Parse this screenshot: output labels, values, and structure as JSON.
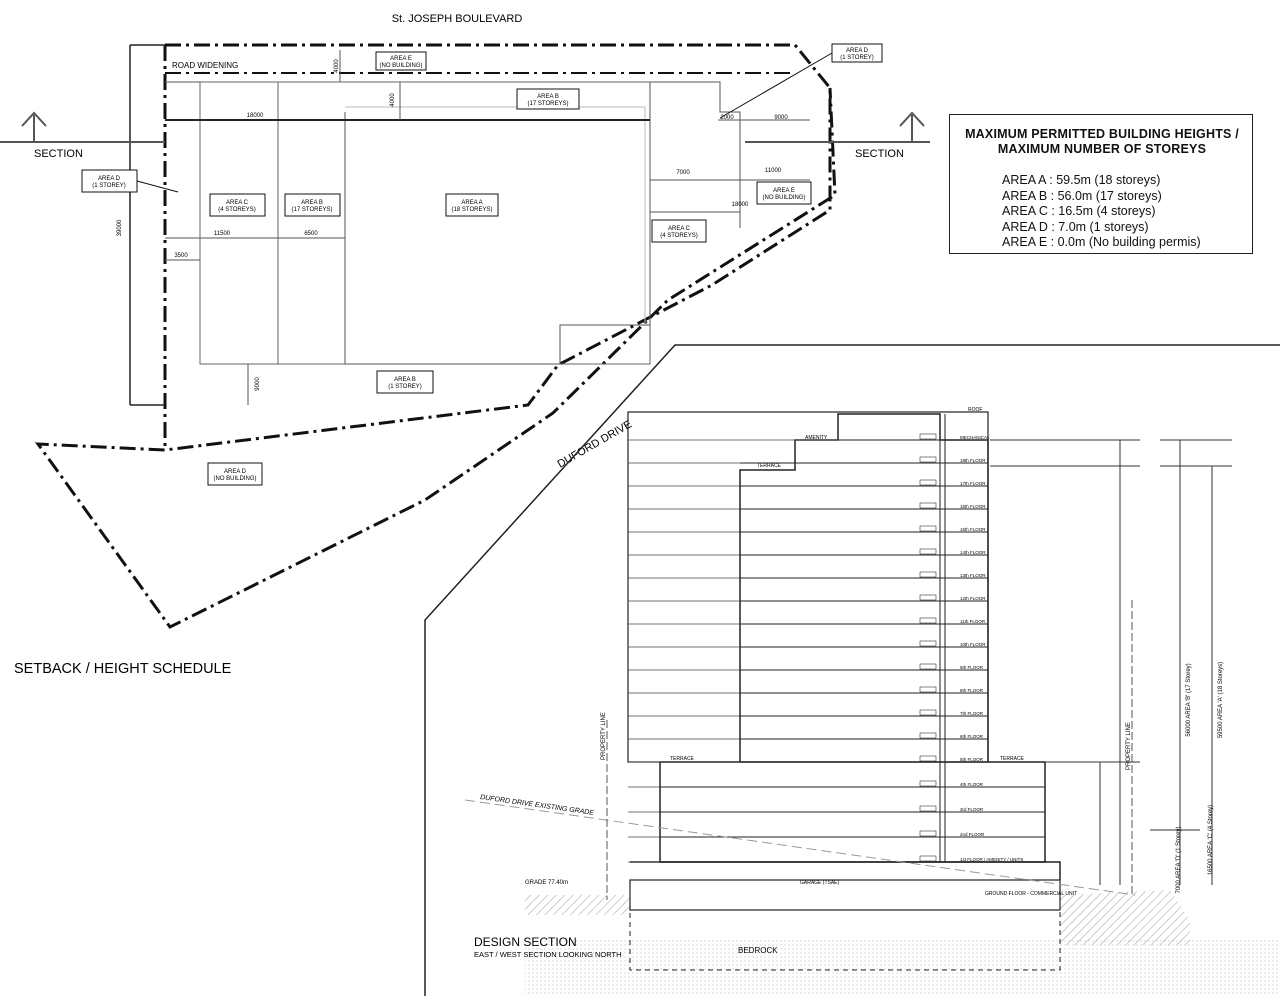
{
  "site_plan": {
    "street_top": "St. JOSEPH BOULEVARD",
    "road_widening": "ROAD WIDENING",
    "street_diag": "DUFORD DRIVE",
    "section_label": "SECTION",
    "title": "SETBACK / HEIGHT SCHEDULE",
    "areas": {
      "area_e_top_name": "AREA E",
      "area_e_top_note": "(NO BUILDING)",
      "area_d_topright_name": "AREA D",
      "area_d_topright_note": "(1 STOREY)",
      "area_b_top_name": "AREA B",
      "area_b_top_note": "(17 STOREYS)",
      "area_d_left_name": "AREA D",
      "area_d_left_note": "(1 STOREY)",
      "area_c_left_name": "AREA C",
      "area_c_left_note": "(4 STOREYS)",
      "area_b_mid_name": "AREA B",
      "area_b_mid_note": "(17 STOREYS)",
      "area_a_name": "AREA A",
      "area_a_note": "(18 STOREYS)",
      "area_c_right_name": "AREA C",
      "area_c_right_note": "(4 STOREYS)",
      "area_e_right_name": "AREA E",
      "area_e_right_note": "(NO BUILDING)",
      "area_b_bottom_name": "AREA B",
      "area_b_bottom_note": "(1 STOREY)",
      "area_d_bottom_name": "AREA D",
      "area_d_bottom_note": "(NO BUILDING)"
    },
    "dims": {
      "d18000": "18000",
      "d9000": "9000",
      "d2000": "2000",
      "d7000": "7000",
      "d11000": "11000",
      "d18000b": "18000",
      "d11500": "11500",
      "d6500": "6500",
      "d3500": "3500",
      "d39000": "39000",
      "d4000a": "4000",
      "d4000b": "4000",
      "d9000b": "9000"
    }
  },
  "legend": {
    "title_line1": "MAXIMUM PERMITTED BUILDING HEIGHTS /",
    "title_line2": "MAXIMUM NUMBER OF STOREYS",
    "rows": [
      "AREA A : 59.5m (18 storeys)",
      "AREA B : 56.0m (17 storeys)",
      "AREA C : 16.5m (4 storeys)",
      "AREA D : 7.0m (1 storeys)",
      "AREA E : 0.0m (No building permis)"
    ]
  },
  "section": {
    "title": "DESIGN SECTION",
    "subtitle": "EAST / WEST SECTION LOOKING NORTH",
    "existing_grade": "DUFORD DRIVE EXISTING GRADE",
    "property_line": "PROPERTY LINE",
    "bedrock": "BEDROCK",
    "roof": "ROOF",
    "terrace": "TERRACE",
    "amenity": "AMENITY",
    "floors": [
      "MECHANICAL",
      "18th FLOOR",
      "17th FLOOR",
      "16th FLOOR",
      "15th FLOOR",
      "14th FLOOR",
      "13th FLOOR",
      "12th FLOOR",
      "11th FLOOR",
      "10th FLOOR",
      "9th FLOOR",
      "8th FLOOR",
      "7th FLOOR",
      "6th FLOOR",
      "5th FLOOR",
      "4th FLOOR",
      "3rd FLOOR",
      "2nd FLOOR",
      "1st FLOOR / AMENITY / UNITS"
    ],
    "right_dim_a": "59500 AREA 'A' (18 Storeys)",
    "right_dim_b": "56000 AREA 'B' (17 Storey)",
    "right_dim_c": "16500 AREA 'C' (4 Storey)",
    "right_dim_d": "7000 AREA 'D' (1 Storey)",
    "ground": "GROUND FLOOR - COMMERCIAL UNIT",
    "grade_left": "GRADE 77.40m",
    "garage": "GARAGE (TSAE)"
  }
}
